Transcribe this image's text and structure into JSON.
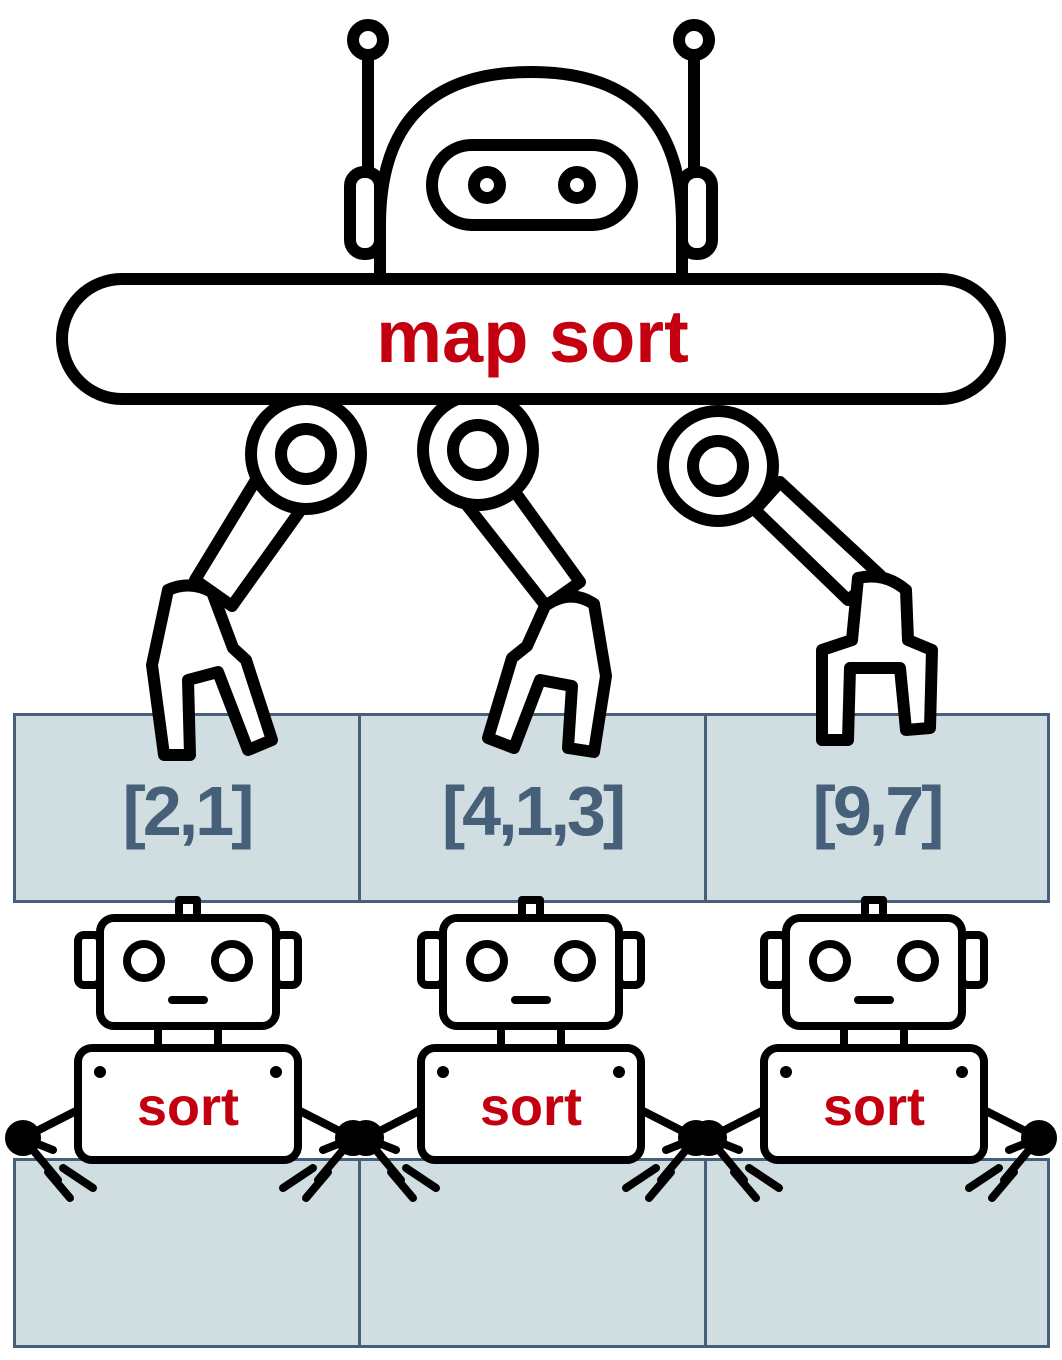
{
  "main_robot": {
    "label": "map sort"
  },
  "inputs": [
    {
      "label": "[2,1]"
    },
    {
      "label": "[4,1,3]"
    },
    {
      "label": "[9,7]"
    }
  ],
  "workers": [
    {
      "label": "sort"
    },
    {
      "label": "sort"
    },
    {
      "label": "sort"
    }
  ],
  "colors": {
    "cell_fill": "#d1dee1",
    "cell_border": "#456078",
    "label_red": "#c40010",
    "outline": "#000000"
  }
}
